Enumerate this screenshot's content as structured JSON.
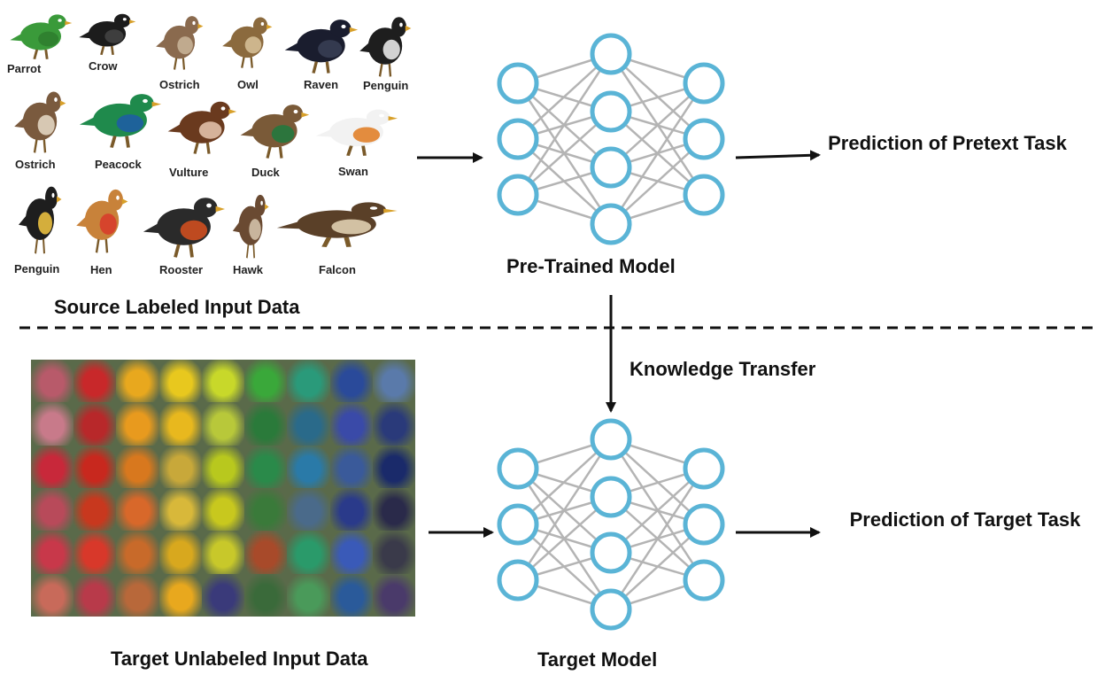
{
  "source": {
    "caption": "Source Labeled Input Data",
    "birds": [
      {
        "label": "Parrot",
        "body": "#3a9a3a",
        "accent": "#2e7d2e"
      },
      {
        "label": "Crow",
        "body": "#1c1c1c",
        "accent": "#444444"
      },
      {
        "label": "Ostrich",
        "body": "#8a6a4e",
        "accent": "#c9b59a"
      },
      {
        "label": "Owl",
        "body": "#8b6a3e",
        "accent": "#d8c29a"
      },
      {
        "label": "Raven",
        "body": "#1a1d2e",
        "accent": "#3a3f55"
      },
      {
        "label": "Penguin",
        "body": "#1e1e1e",
        "accent": "#f2f2f2"
      },
      {
        "label": "Ostrich",
        "body": "#7a5a3e",
        "accent": "#e8dcc8"
      },
      {
        "label": "Peacock",
        "body": "#1f8a4c",
        "accent": "#1e5aa8"
      },
      {
        "label": "Vulture",
        "body": "#6a3a1e",
        "accent": "#e8c8b0"
      },
      {
        "label": "Duck",
        "body": "#7a5a38",
        "accent": "#1e7a3e"
      },
      {
        "label": "Swan",
        "body": "#f2f2f2",
        "accent": "#e07a1e"
      },
      {
        "label": "Penguin",
        "body": "#1e1e1e",
        "accent": "#f5c842"
      },
      {
        "label": "Hen",
        "body": "#c8823a",
        "accent": "#d83a2a"
      },
      {
        "label": "Rooster",
        "body": "#2a2a2a",
        "accent": "#d8501e"
      },
      {
        "label": "Hawk",
        "body": "#6a4a32",
        "accent": "#d8c8b0"
      },
      {
        "label": "Falcon",
        "body": "#5a4028",
        "accent": "#e8d8b8"
      }
    ]
  },
  "target_data": {
    "caption": "Target Unlabeled Input Data",
    "grid_colors": [
      "#b85a6a",
      "#c8282a",
      "#e8a81e",
      "#e8c81e",
      "#c8d82a",
      "#3aa83a",
      "#2a9a7a",
      "#2a4a9a",
      "#5a7aaa",
      "#c87a8a",
      "#b8282a",
      "#e89a1e",
      "#e8b81e",
      "#b8c83a",
      "#2a7a3a",
      "#2a6a8a",
      "#3a4aa8",
      "#2a3a7a",
      "#c8283a",
      "#c8281e",
      "#d8781e",
      "#c8a83a",
      "#b8c81e",
      "#2a8a4a",
      "#2a7aa8",
      "#3a5a9a",
      "#1a2a6a",
      "#b84a5a",
      "#c8381e",
      "#d8682a",
      "#d8b83a",
      "#c8c81e",
      "#3a7a3a",
      "#4a6a8a",
      "#2a3a8a",
      "#2a2a4a",
      "#c8384a",
      "#d8382a",
      "#c86a2a",
      "#d8a81e",
      "#c8c82a",
      "#a84a2a",
      "#2a9a6a",
      "#3a5ab8",
      "#3a3a4a",
      "#c86a5a",
      "#b83a4a",
      "#b8683a",
      "#e8a81e",
      "#3a3a7a",
      "#3a6a3a",
      "#4a9a5a",
      "#2a5a9a",
      "#4a3a6a"
    ]
  },
  "models": {
    "pretrained_caption": "Pre-Trained Model",
    "target_caption": "Target Model",
    "node_color": "#5ab4d6",
    "edge_color": "#b4b4b4"
  },
  "predictions": {
    "pretext": "Prediction of Pretext Task",
    "target": "Prediction of Target Task"
  },
  "transfer": {
    "label": "Knowledge Transfer"
  }
}
